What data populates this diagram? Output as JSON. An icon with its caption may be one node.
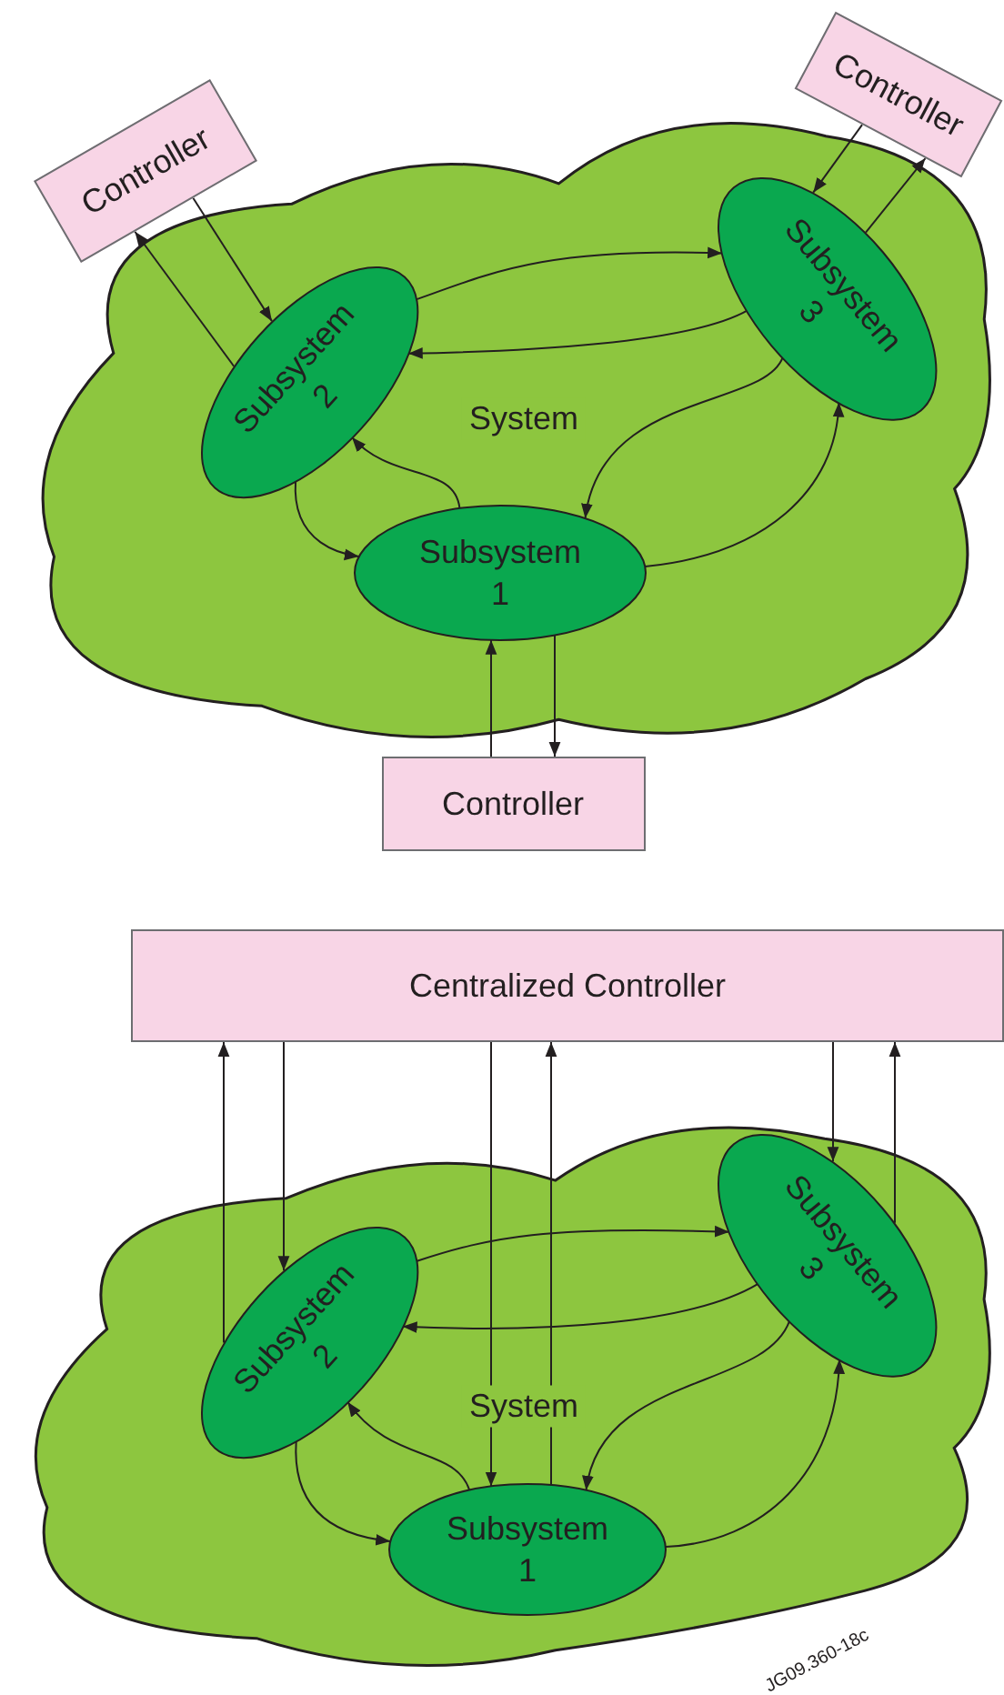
{
  "diagram": {
    "nodes": [
      {
        "text": [
          "Controller"
        ]
      },
      {
        "text": [
          "Controller"
        ]
      },
      {
        "text": [
          "System"
        ]
      },
      {
        "text": [
          "Subsystem 2"
        ],
        "in": 2
      },
      {
        "text": [
          "Subsystem 3"
        ],
        "in": 2
      },
      {
        "text": [
          "Subsystem 1"
        ],
        "in": 2
      },
      {
        "text": [
          "Controller"
        ]
      },
      {
        "text": [
          "Centralized Controller"
        ]
      },
      {
        "text": [
          "System"
        ]
      },
      {
        "text": [
          "Subsystem 2"
        ],
        "in": 8
      },
      {
        "text": [
          "Subsystem 3"
        ],
        "in": 8
      },
      {
        "text": [
          "Subsystem 1"
        ],
        "in": 8
      }
    ],
    "edges": [
      {
        "from": 0,
        "to": 3,
        "arrow": "to"
      },
      {
        "from": 3,
        "to": 0,
        "arrow": "to"
      },
      {
        "from": 1,
        "to": 4,
        "arrow": "to"
      },
      {
        "from": 4,
        "to": 1,
        "arrow": "to"
      },
      {
        "from": 3,
        "to": 4,
        "arrow": "to"
      },
      {
        "from": 4,
        "to": 3,
        "arrow": "to"
      },
      {
        "from": 4,
        "to": 5,
        "arrow": "to"
      },
      {
        "from": 5,
        "to": 4,
        "arrow": "to"
      },
      {
        "from": 5,
        "to": 3,
        "arrow": "to"
      },
      {
        "from": 3,
        "to": 5,
        "arrow": "to"
      },
      {
        "from": 6,
        "to": 5,
        "arrow": "to"
      },
      {
        "from": 5,
        "to": 6,
        "arrow": "to"
      },
      {
        "from": 7,
        "to": 9,
        "arrow": "to"
      },
      {
        "from": 9,
        "to": 7,
        "arrow": "to"
      },
      {
        "from": 7,
        "to": 11,
        "arrow": "to"
      },
      {
        "from": 11,
        "to": 7,
        "arrow": "to"
      },
      {
        "from": 7,
        "to": 10,
        "arrow": "to"
      },
      {
        "from": 10,
        "to": 7,
        "arrow": "to"
      },
      {
        "from": 9,
        "to": 10,
        "arrow": "to"
      },
      {
        "from": 10,
        "to": 9,
        "arrow": "to"
      },
      {
        "from": 10,
        "to": 11,
        "arrow": "to"
      },
      {
        "from": 11,
        "to": 10,
        "arrow": "to"
      },
      {
        "from": 11,
        "to": 9,
        "arrow": "to"
      },
      {
        "from": 9,
        "to": 11,
        "arrow": "to"
      }
    ],
    "labels": [
      "JG09.360-18c"
    ]
  }
}
